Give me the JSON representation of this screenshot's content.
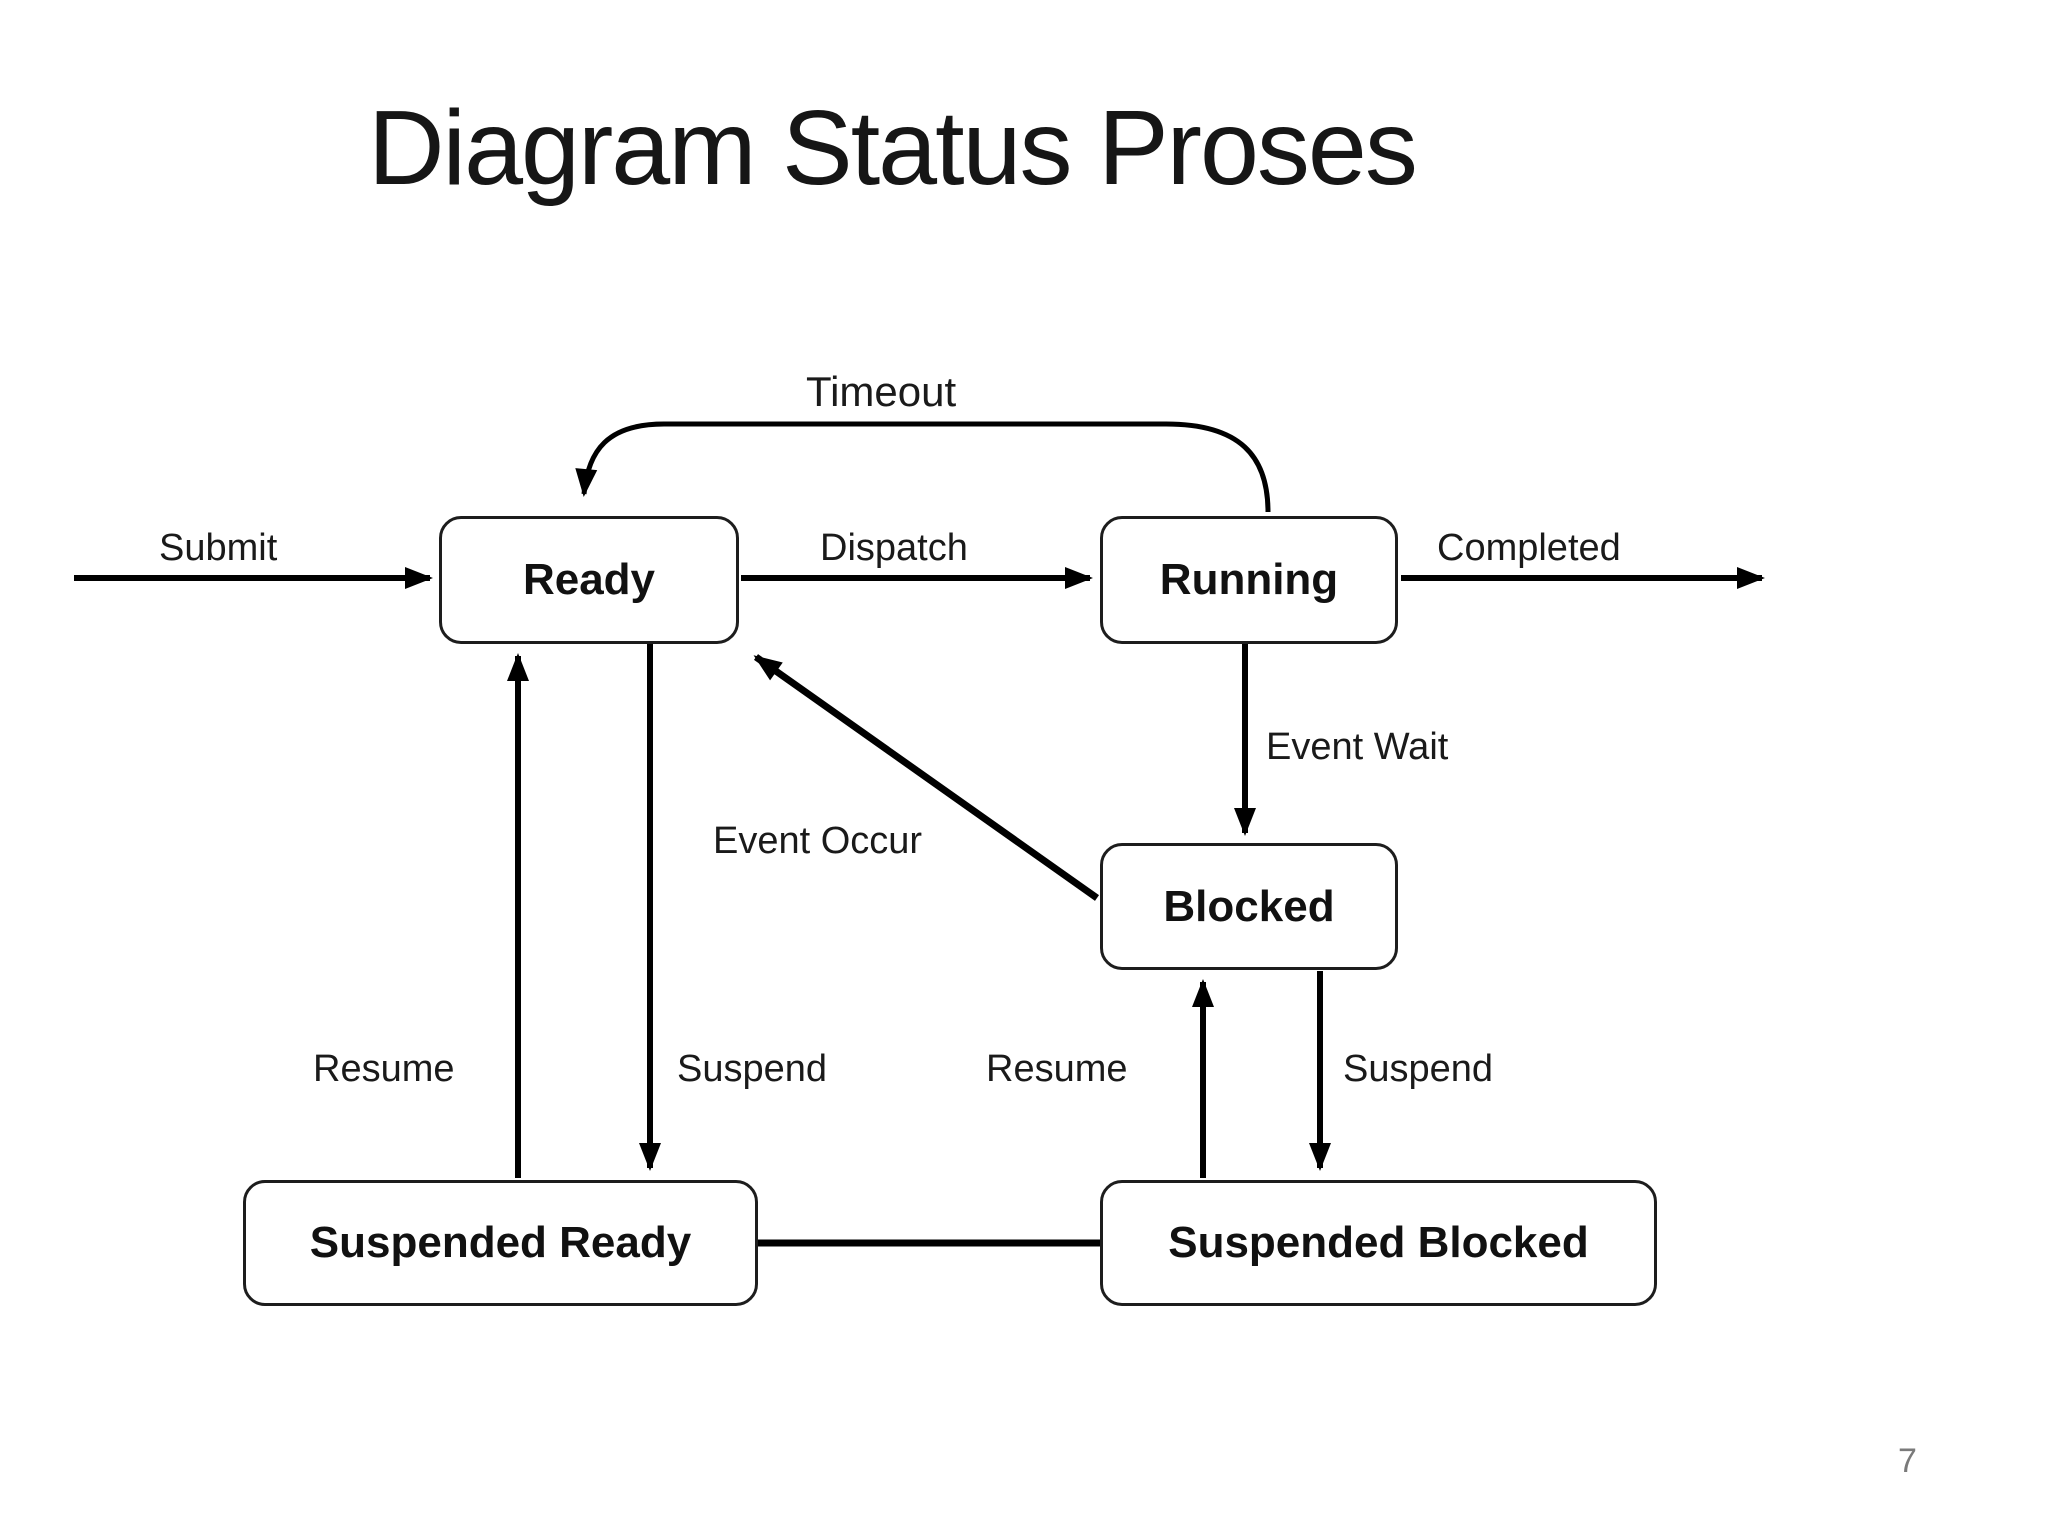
{
  "page": {
    "title": "Diagram Status Proses",
    "page_number": "7",
    "background": "#ffffff"
  },
  "colors": {
    "line": "#000000",
    "box_border": "#1d1d1d",
    "box_fill": "#ffffff",
    "text": "#1a1a1a",
    "page_number": "#7a7a7a"
  },
  "diagram_type": "state-transition-diagram",
  "states": {
    "ready": {
      "label": "Ready"
    },
    "running": {
      "label": "Running"
    },
    "blocked": {
      "label": "Blocked"
    },
    "suspended_ready": {
      "label": "Suspended Ready"
    },
    "suspended_blocked": {
      "label": "Suspended Blocked"
    }
  },
  "transitions": {
    "submit": {
      "label": "Submit",
      "from": "external",
      "to": "Ready",
      "arrow": true
    },
    "dispatch": {
      "label": "Dispatch",
      "from": "Ready",
      "to": "Running",
      "arrow": true
    },
    "timeout": {
      "label": "Timeout",
      "from": "Running",
      "to": "Ready",
      "arrow": true
    },
    "completed": {
      "label": "Completed",
      "from": "Running",
      "to": "external",
      "arrow": true
    },
    "event_wait": {
      "label": "Event Wait",
      "from": "Running",
      "to": "Blocked",
      "arrow": true
    },
    "event_occur": {
      "label": "Event Occur",
      "from": "Blocked",
      "to": "Ready",
      "arrow": true
    },
    "resume_left": {
      "label": "Resume",
      "from": "Suspended Ready",
      "to": "Ready",
      "arrow": true
    },
    "suspend_left": {
      "label": "Suspend",
      "from": "Ready",
      "to": "Suspended Ready",
      "arrow": true
    },
    "resume_right": {
      "label": "Resume",
      "from": "Suspended Blocked",
      "to": "Blocked",
      "arrow": true
    },
    "suspend_right": {
      "label": "Suspend",
      "from": "Blocked",
      "to": "Suspended Blocked",
      "arrow": true
    },
    "suspended_link": {
      "label": "",
      "from": "Suspended Ready",
      "to": "Suspended Blocked",
      "arrow": false
    }
  }
}
